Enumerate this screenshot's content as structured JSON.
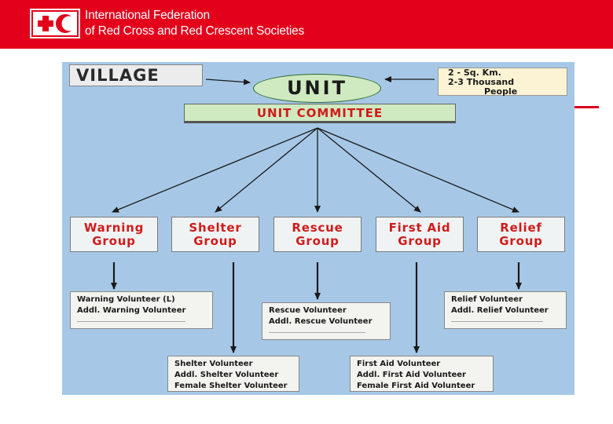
{
  "header": {
    "org_line1": "International Federation",
    "org_line2": "of Red Cross and Red Crescent Societies",
    "logo_icon": "red-cross-crescent-emblem"
  },
  "diagram": {
    "village": "VILLAGE",
    "unit": "UNIT",
    "area": [
      "2 - Sq. Km.",
      "2-3 Thousand",
      "People"
    ],
    "committee": "UNIT COMMITTEE",
    "groups": [
      [
        "Warning",
        "Group"
      ],
      [
        "Shelter",
        "Group"
      ],
      [
        "Rescue",
        "Group"
      ],
      [
        "First Aid",
        "Group"
      ],
      [
        "Relief",
        "Group"
      ]
    ],
    "volunteers": {
      "warning": [
        "Warning Volunteer (L)",
        "Addl. Warning Volunteer"
      ],
      "shelter": [
        "Shelter Volunteer",
        "Addl. Shelter Volunteer",
        "Female Shelter Volunteer"
      ],
      "rescue": [
        "Rescue Volunteer",
        "Addl. Rescue Volunteer"
      ],
      "first_aid": [
        "First Aid Volunteer",
        "Addl. First Aid Volunteer",
        "Female First Aid Volunteer"
      ],
      "relief": [
        "Relief Volunteer",
        "Addl. Relief Volunteer"
      ]
    }
  },
  "colors": {
    "brand_red": "#e3001b",
    "panel_blue": "#a6c8e6",
    "group_text_red": "#d11a1a",
    "unit_green": "#cfe9c0"
  }
}
